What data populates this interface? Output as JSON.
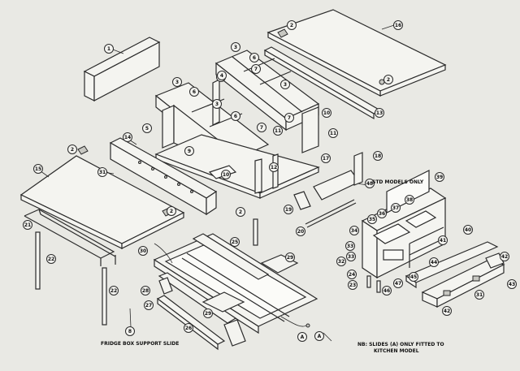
{
  "notes": {
    "std_models": "STD MODELS ONLY",
    "fridge_slide": "FRIDGE BOX SUPPORT SLIDE",
    "slides_note_1": "NB: SLIDES (A) ONLY FITTED TO",
    "slides_note_2": "KITCHEN MODEL"
  },
  "callouts": [
    "1",
    "2",
    "2",
    "2",
    "2",
    "2",
    "3",
    "3",
    "3",
    "3",
    "3",
    "4",
    "5",
    "6",
    "6",
    "6",
    "7",
    "7",
    "7",
    "8",
    "9",
    "10",
    "10",
    "11",
    "11",
    "12",
    "13",
    "14",
    "15",
    "16",
    "17",
    "18",
    "19",
    "20",
    "21",
    "22",
    "22",
    "23",
    "24",
    "25",
    "26",
    "27",
    "28",
    "29",
    "29",
    "30",
    "31",
    "31",
    "32",
    "33",
    "33",
    "34",
    "35",
    "36",
    "37",
    "38",
    "39",
    "40",
    "41",
    "42",
    "42",
    "43",
    "44",
    "45",
    "46",
    "47",
    "48",
    "A",
    "A"
  ],
  "colors": {
    "line": "#2a2a2a",
    "paper": "#e9e9e4",
    "part": "#f4f4f0"
  }
}
